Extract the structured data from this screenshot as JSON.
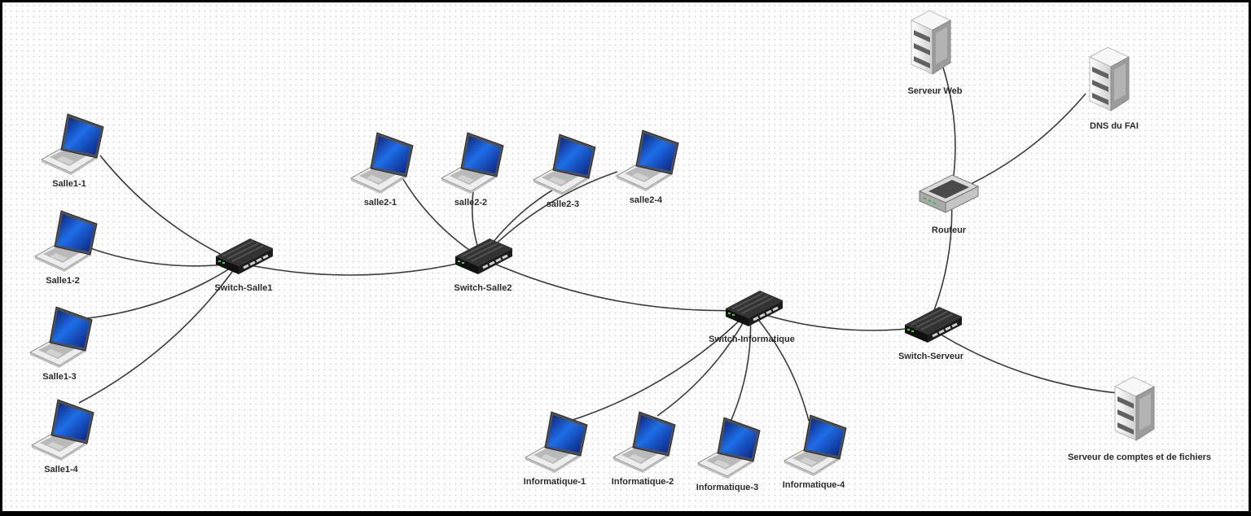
{
  "nodes": [
    {
      "id": "salle1-1",
      "type": "laptop",
      "label": "Salle1-1"
    },
    {
      "id": "salle1-2",
      "type": "laptop",
      "label": "Salle1-2"
    },
    {
      "id": "salle1-3",
      "type": "laptop",
      "label": "Salle1-3"
    },
    {
      "id": "salle1-4",
      "type": "laptop",
      "label": "Salle1-4"
    },
    {
      "id": "switch-salle1",
      "type": "switch",
      "label": "Switch-Salle1"
    },
    {
      "id": "salle2-1",
      "type": "laptop",
      "label": "salle2-1"
    },
    {
      "id": "salle2-2",
      "type": "laptop",
      "label": "salle2-2"
    },
    {
      "id": "salle2-3",
      "type": "laptop",
      "label": "salle2-3"
    },
    {
      "id": "salle2-4",
      "type": "laptop",
      "label": "salle2-4"
    },
    {
      "id": "switch-salle2",
      "type": "switch",
      "label": "Switch-Salle2"
    },
    {
      "id": "switch-informatique",
      "type": "switch",
      "label": "Switch-Informatique"
    },
    {
      "id": "informatique-1",
      "type": "laptop",
      "label": "Informatique-1"
    },
    {
      "id": "informatique-2",
      "type": "laptop",
      "label": "Informatique-2"
    },
    {
      "id": "informatique-3",
      "type": "laptop",
      "label": "Informatique-3"
    },
    {
      "id": "informatique-4",
      "type": "laptop",
      "label": "Informatique-4"
    },
    {
      "id": "switch-serveur",
      "type": "switch",
      "label": "Switch-Serveur"
    },
    {
      "id": "routeur",
      "type": "router",
      "label": "Routeur"
    },
    {
      "id": "serveur-web",
      "type": "server",
      "label": "Serveur Web"
    },
    {
      "id": "dns-fai",
      "type": "server",
      "label": "DNS du FAI"
    },
    {
      "id": "serveur-fichiers",
      "type": "server",
      "label": "Serveur de comptes et de fichiers"
    }
  ],
  "links": [
    [
      "salle1-1",
      "switch-salle1"
    ],
    [
      "salle1-2",
      "switch-salle1"
    ],
    [
      "salle1-3",
      "switch-salle1"
    ],
    [
      "salle1-4",
      "switch-salle1"
    ],
    [
      "switch-salle1",
      "switch-salle2"
    ],
    [
      "salle2-1",
      "switch-salle2"
    ],
    [
      "salle2-2",
      "switch-salle2"
    ],
    [
      "salle2-3",
      "switch-salle2"
    ],
    [
      "salle2-4",
      "switch-salle2"
    ],
    [
      "switch-salle2",
      "switch-informatique"
    ],
    [
      "informatique-1",
      "switch-informatique"
    ],
    [
      "informatique-2",
      "switch-informatique"
    ],
    [
      "informatique-3",
      "switch-informatique"
    ],
    [
      "informatique-4",
      "switch-informatique"
    ],
    [
      "switch-informatique",
      "switch-serveur"
    ],
    [
      "switch-serveur",
      "routeur"
    ],
    [
      "routeur",
      "serveur-web"
    ],
    [
      "routeur",
      "dns-fai"
    ],
    [
      "switch-serveur",
      "serveur-fichiers"
    ]
  ]
}
